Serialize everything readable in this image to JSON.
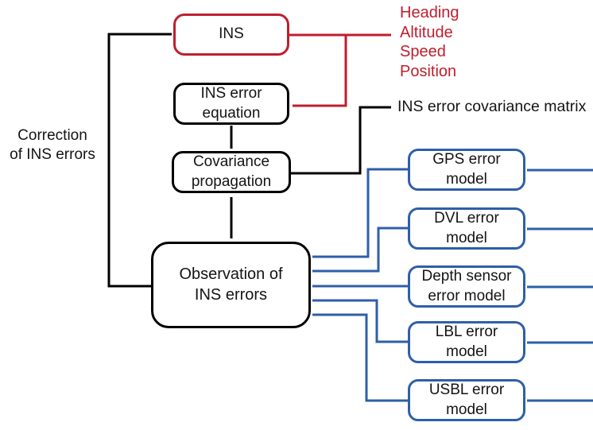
{
  "colors": {
    "red": "#bf1e2e",
    "blue": "#2e5fa8",
    "ink": "#0d0d0d"
  },
  "nodes": {
    "ins": {
      "label": "INS"
    },
    "ins_error_equation": {
      "label": "INS error\nequation"
    },
    "covariance_propagation": {
      "label": "Covariance\npropagation"
    },
    "observation_of_ins_errors": {
      "label": "Observation of\nINS errors"
    },
    "gps_error_model": {
      "label": "GPS error\nmodel"
    },
    "dvl_error_model": {
      "label": "DVL error\nmodel"
    },
    "depth_sensor_error_model": {
      "label": "Depth sensor\nerror model"
    },
    "lbl_error_model": {
      "label": "LBL error\nmodel"
    },
    "usbl_error_model": {
      "label": "USBL error\nmodel"
    }
  },
  "labels": {
    "correction": "Correction\nof INS errors",
    "covariance_matrix_output": "INS error covariance matrix"
  },
  "ins_outputs": [
    "Heading",
    "Altitude",
    "Speed",
    "Position"
  ],
  "edges": [
    {
      "from": "observation_of_ins_errors",
      "to": "ins",
      "color": "black",
      "meaning": "Correction of INS errors"
    },
    {
      "from": "ins",
      "to": "ins_outputs",
      "color": "red",
      "meaning": "Heading, Altitude, Speed, Position outputs"
    },
    {
      "from": "ins",
      "to": "ins_error_equation",
      "color": "red"
    },
    {
      "from": "ins_error_equation",
      "to": "covariance_propagation",
      "color": "black"
    },
    {
      "from": "covariance_propagation",
      "to": "observation_of_ins_errors",
      "color": "black",
      "bidirectional": true
    },
    {
      "from": "covariance_propagation",
      "to": "covariance_matrix_output",
      "color": "black",
      "meaning": "INS error covariance matrix"
    },
    {
      "from": "gps_error_model",
      "to": "observation_of_ins_errors",
      "color": "blue"
    },
    {
      "from": "dvl_error_model",
      "to": "observation_of_ins_errors",
      "color": "blue"
    },
    {
      "from": "depth_sensor_error_model",
      "to": "observation_of_ins_errors",
      "color": "blue"
    },
    {
      "from": "lbl_error_model",
      "to": "observation_of_ins_errors",
      "color": "blue"
    },
    {
      "from": "usbl_error_model",
      "to": "observation_of_ins_errors",
      "color": "blue"
    },
    {
      "from": "external-measurement",
      "to": "gps_error_model",
      "color": "blue"
    },
    {
      "from": "external-measurement",
      "to": "dvl_error_model",
      "color": "blue"
    },
    {
      "from": "external-measurement",
      "to": "depth_sensor_error_model",
      "color": "blue"
    },
    {
      "from": "external-measurement",
      "to": "lbl_error_model",
      "color": "blue"
    },
    {
      "from": "external-measurement",
      "to": "usbl_error_model",
      "color": "blue"
    }
  ]
}
